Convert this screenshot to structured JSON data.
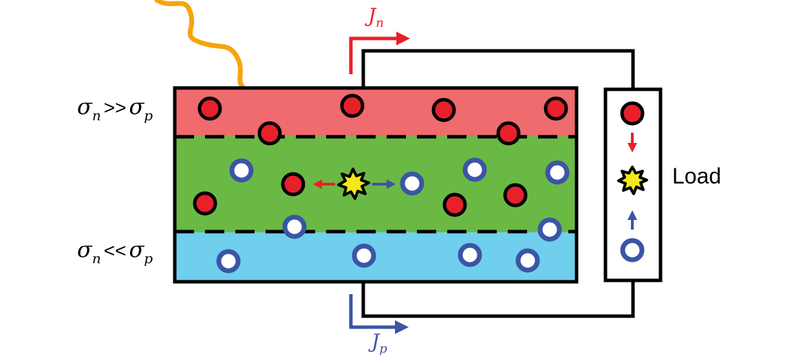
{
  "labels": {
    "top_left": "n",
    "top_right": "p",
    "top_op": ">>",
    "bottom_left": "n",
    "bottom_right": "p",
    "bottom_op": "<<",
    "sigma": "σ",
    "load": "Load",
    "current_n_sub": "n",
    "current_p_sub": "p",
    "current_symbol": "J"
  },
  "colors": {
    "top_layer": "#ef6b6d",
    "middle_layer": "#6bb945",
    "bottom_layer": "#6fcfec",
    "electron": "#e8202a",
    "hole": "#3b55a6",
    "photon": "#f6a40e",
    "burst": "#f2e91a"
  },
  "icons": {
    "electron": "filled-red-circle",
    "hole": "hollow-blue-circle",
    "generation": "starburst-icon",
    "photon": "wavy-line"
  }
}
